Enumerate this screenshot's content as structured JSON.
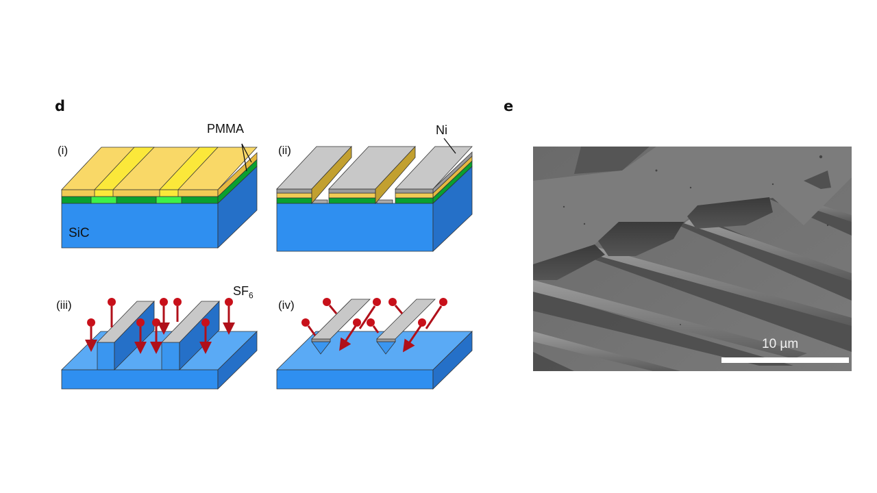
{
  "figure": {
    "panel_d": {
      "letter": "d",
      "subpanels": [
        {
          "id": "i",
          "label": "(i)",
          "annotation": "PMMA",
          "material_label": "SiC"
        },
        {
          "id": "ii",
          "label": "(ii)",
          "annotation": "Ni"
        },
        {
          "id": "iii",
          "label": "(iii)",
          "annotation_main": "SF",
          "annotation_sub": "6"
        },
        {
          "id": "iv",
          "label": "(iv)"
        }
      ],
      "colors": {
        "sic_front": "#2f8ff0",
        "sic_side": "#2570c8",
        "sic_top": "#5aaaf5",
        "pmma_top": "#f9d867",
        "pmma_exposed": "#fbe83a",
        "pmma_green": "#0aa030",
        "pmma_green_exposed": "#3ef04a",
        "nickel": "#c8c8c8",
        "ion": "#c8101a"
      }
    },
    "panel_e": {
      "letter": "e",
      "image_description": "SEM micrograph of suspended SiC nanobeams",
      "scale_bar_label": "10 µm"
    }
  }
}
